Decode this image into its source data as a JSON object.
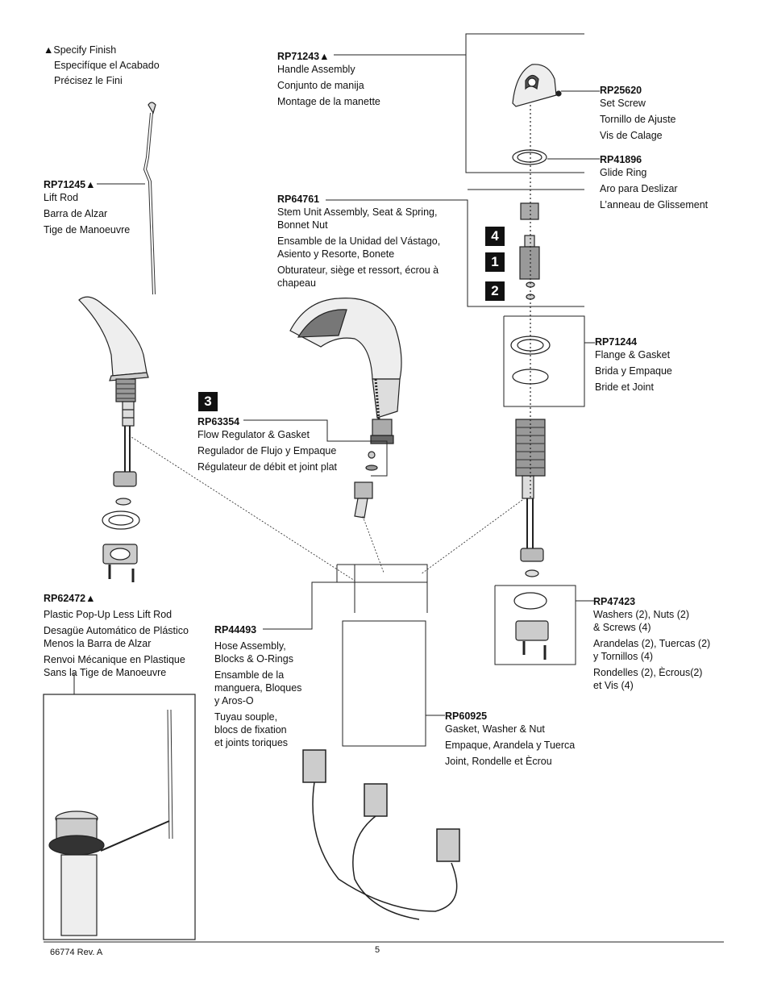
{
  "legend": {
    "symbol": "▲",
    "lines": [
      "Specify Finish",
      "Especifíque el Acabado",
      "Précisez le Fini"
    ]
  },
  "parts": {
    "rp71245": {
      "code": "RP71245▲",
      "lines": [
        "Lift Rod",
        "Barra de Alzar",
        "Tige de Manoeuvre"
      ]
    },
    "rp71243": {
      "code": "RP71243▲",
      "lines": [
        "Handle Assembly",
        "Conjunto de manija",
        "Montage de la manette"
      ]
    },
    "rp25620": {
      "code": "RP25620",
      "lines": [
        "Set Screw",
        "Tornillo de Ajuste",
        "Vis de Calage"
      ]
    },
    "rp41896": {
      "code": "RP41896",
      "lines": [
        "Glide Ring",
        "Aro para Deslizar",
        "L’anneau de Glissement"
      ]
    },
    "rp64761": {
      "code": "RP64761",
      "lines": [
        "Stem Unit Assembly, Seat & Spring,",
        "Bonnet Nut",
        "Ensamble de la Unidad del Vástago,",
        "Asiento y Resorte, Bonete",
        "Obturateur, siège et ressort, écrou à",
        "chapeau"
      ]
    },
    "rp71244": {
      "code": "RP71244",
      "lines": [
        "Flange & Gasket",
        "Brida y Empaque",
        "Bride et Joint"
      ]
    },
    "rp63354": {
      "code": "RP63354",
      "lines": [
        "Flow Regulator & Gasket",
        "Regulador de Flujo y Empaque",
        "Régulateur de débit et joint plat"
      ]
    },
    "rp62472": {
      "code": "RP62472▲",
      "lines": [
        "Plastic Pop-Up Less Lift Rod",
        "Desagüe Automático de Plástico",
        "Menos la Barra de Alzar",
        "Renvoi Mécanique en Plastique",
        "Sans la Tige de Manoeuvre"
      ]
    },
    "rp44493": {
      "code": "RP44493",
      "lines": [
        "Hose Assembly,",
        "Blocks & O-Rings",
        "Ensamble de la",
        "manguera, Bloques",
        "y Aros-O",
        "Tuyau souple,",
        "blocs de fixation",
        "et joints toriques"
      ]
    },
    "rp47423": {
      "code": "RP47423",
      "lines": [
        "Washers (2), Nuts (2)",
        "& Screws (4)",
        "Arandelas (2), Tuercas (2)",
        "y Tornillos (4)",
        "Rondelles (2), Ècrous(2)",
        "et Vis (4)"
      ]
    },
    "rp60925": {
      "code": "RP60925",
      "lines": [
        "Gasket, Washer & Nut",
        "Empaque, Arandela y Tuerca",
        "Joint, Rondelle et Ècrou"
      ]
    }
  },
  "badges": {
    "b4": "4",
    "b1": "1",
    "b2": "2",
    "b3": "3"
  },
  "footer": {
    "doc": "66774  Rev. A",
    "page": "5"
  }
}
